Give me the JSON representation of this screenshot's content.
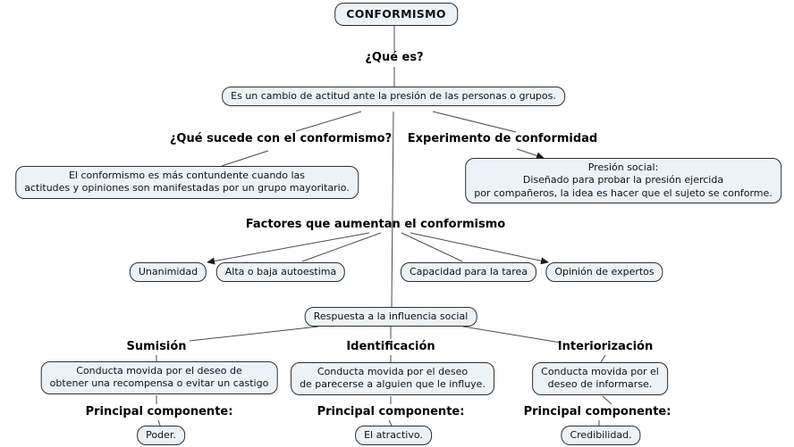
{
  "colors": {
    "background": "#ffffff",
    "node_fill": "#edf2f6",
    "node_border": "#2e2e2e",
    "connector": "#4a4a4a",
    "text": "#111111"
  },
  "nodes": {
    "conformismo": {
      "label": "CONFORMISMO"
    },
    "definicion": {
      "label": "Es un cambio de actitud ante la presión de las personas o grupos."
    },
    "grupo_mayoritario": {
      "lines": [
        "El conformismo es más contundente cuando las",
        "actitudes y opiniones son manifestadas por un grupo mayoritario."
      ]
    },
    "presion_social": {
      "lines": [
        "Presión social:",
        "Diseñado para probar la presión ejercida",
        "por compañeros, la idea es hacer que el sujeto se conforme."
      ]
    },
    "unanimidad": {
      "label": "Unanimidad"
    },
    "autoestima": {
      "label": "Alta o baja autoestima"
    },
    "capacidad": {
      "label": "Capacidad para la tarea"
    },
    "expertos": {
      "label": "Opinión de expertos"
    },
    "respuesta": {
      "label": "Respuesta a la influencia social"
    },
    "sumision_desc": {
      "lines": [
        "Conducta movida por el deseo de",
        "obtener una recompensa o evitar un castigo"
      ]
    },
    "identificacion_desc": {
      "lines": [
        "Conducta movida por el deseo",
        "de parecerse a alguien que le influye."
      ]
    },
    "interiorizacion_desc": {
      "lines": [
        "Conducta movida por el",
        "deseo de informarse."
      ]
    },
    "poder": {
      "label": "Poder."
    },
    "atractivo": {
      "label": "El atractivo."
    },
    "credibilidad": {
      "label": "Credibilidad."
    }
  },
  "link_labels": {
    "que_es": "¿Qué es?",
    "que_sucede": "¿Qué sucede con el conformismo?",
    "experimento": "Experimento de conformidad",
    "factores": "Factores que aumentan el conformismo",
    "sumision": "Sumisión",
    "identificacion": "Identificación",
    "interiorizacion": "Interiorización",
    "principal_componente": "Principal componente:"
  }
}
